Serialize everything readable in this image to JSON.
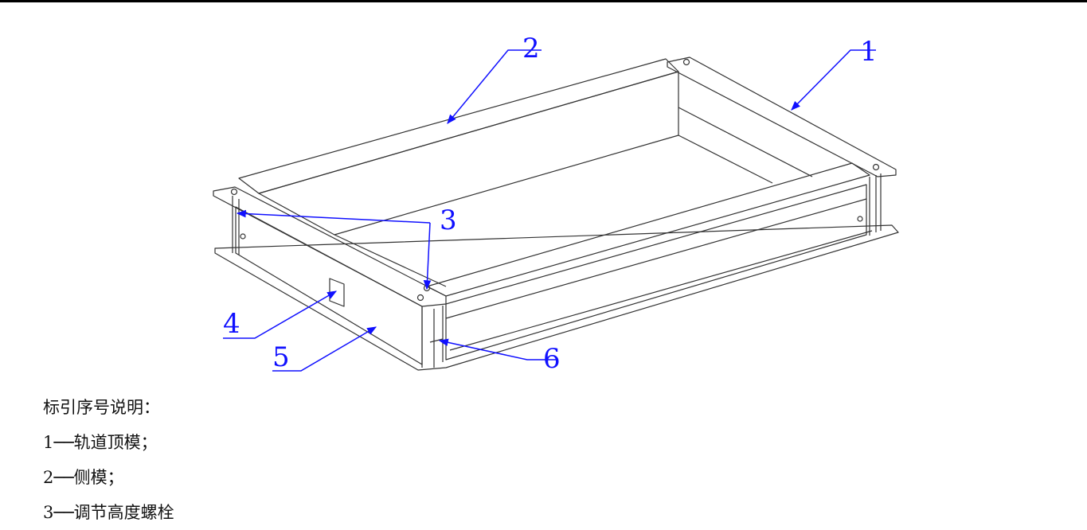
{
  "colors": {
    "callout": "#1010ff",
    "line": "#333333",
    "text": "#111111"
  },
  "callouts": [
    "1",
    "2",
    "3",
    "4",
    "5",
    "6"
  ],
  "legend": {
    "title": "标引序号说明：",
    "items": [
      "1──轨道顶模；",
      "2──侧模；",
      "3──调节高度螺栓"
    ]
  }
}
